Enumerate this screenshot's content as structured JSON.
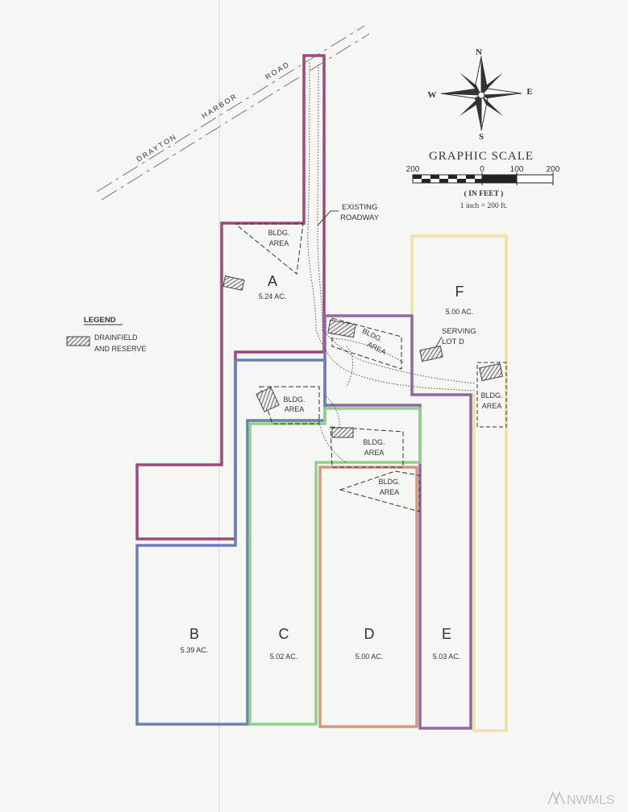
{
  "road": {
    "words": [
      "DRAYTON",
      "HARBOR",
      "ROAD"
    ]
  },
  "existing_roadway": [
    "EXISTING",
    "ROADWAY"
  ],
  "bldg_area": [
    "BLDG.",
    "AREA"
  ],
  "lots": [
    {
      "letter": "A",
      "acreage": "5.24 AC."
    },
    {
      "letter": "B",
      "acreage": "5.39 AC."
    },
    {
      "letter": "C",
      "acreage": "5.02 AC."
    },
    {
      "letter": "D",
      "acreage": "5.00 AC."
    },
    {
      "letter": "E",
      "acreage": "5.03 AC."
    },
    {
      "letter": "F",
      "acreage": "5.00 AC."
    }
  ],
  "serving_note": [
    "SERVING",
    "LOT D"
  ],
  "legend": {
    "title": "LEGEND",
    "item_lines": [
      "DRAINFIELD",
      "AND RESERVE"
    ]
  },
  "compass": {
    "n": "N",
    "s": "S",
    "e": "E",
    "w": "W"
  },
  "scale": {
    "title": "GRAPHIC SCALE",
    "ticks": [
      "200",
      "0",
      "100",
      "200"
    ],
    "unit": "( IN FEET )",
    "ratio": "1 inch = 200 ft."
  },
  "watermark": "NWMLS",
  "colors": {
    "lot_a": "#9c4a78",
    "lot_b": "#6b7fb3",
    "lot_c": "#8fd08a",
    "lot_d": "#d39a78",
    "lot_e": "#8c6aa8",
    "lot_f": "#efe2a2"
  }
}
